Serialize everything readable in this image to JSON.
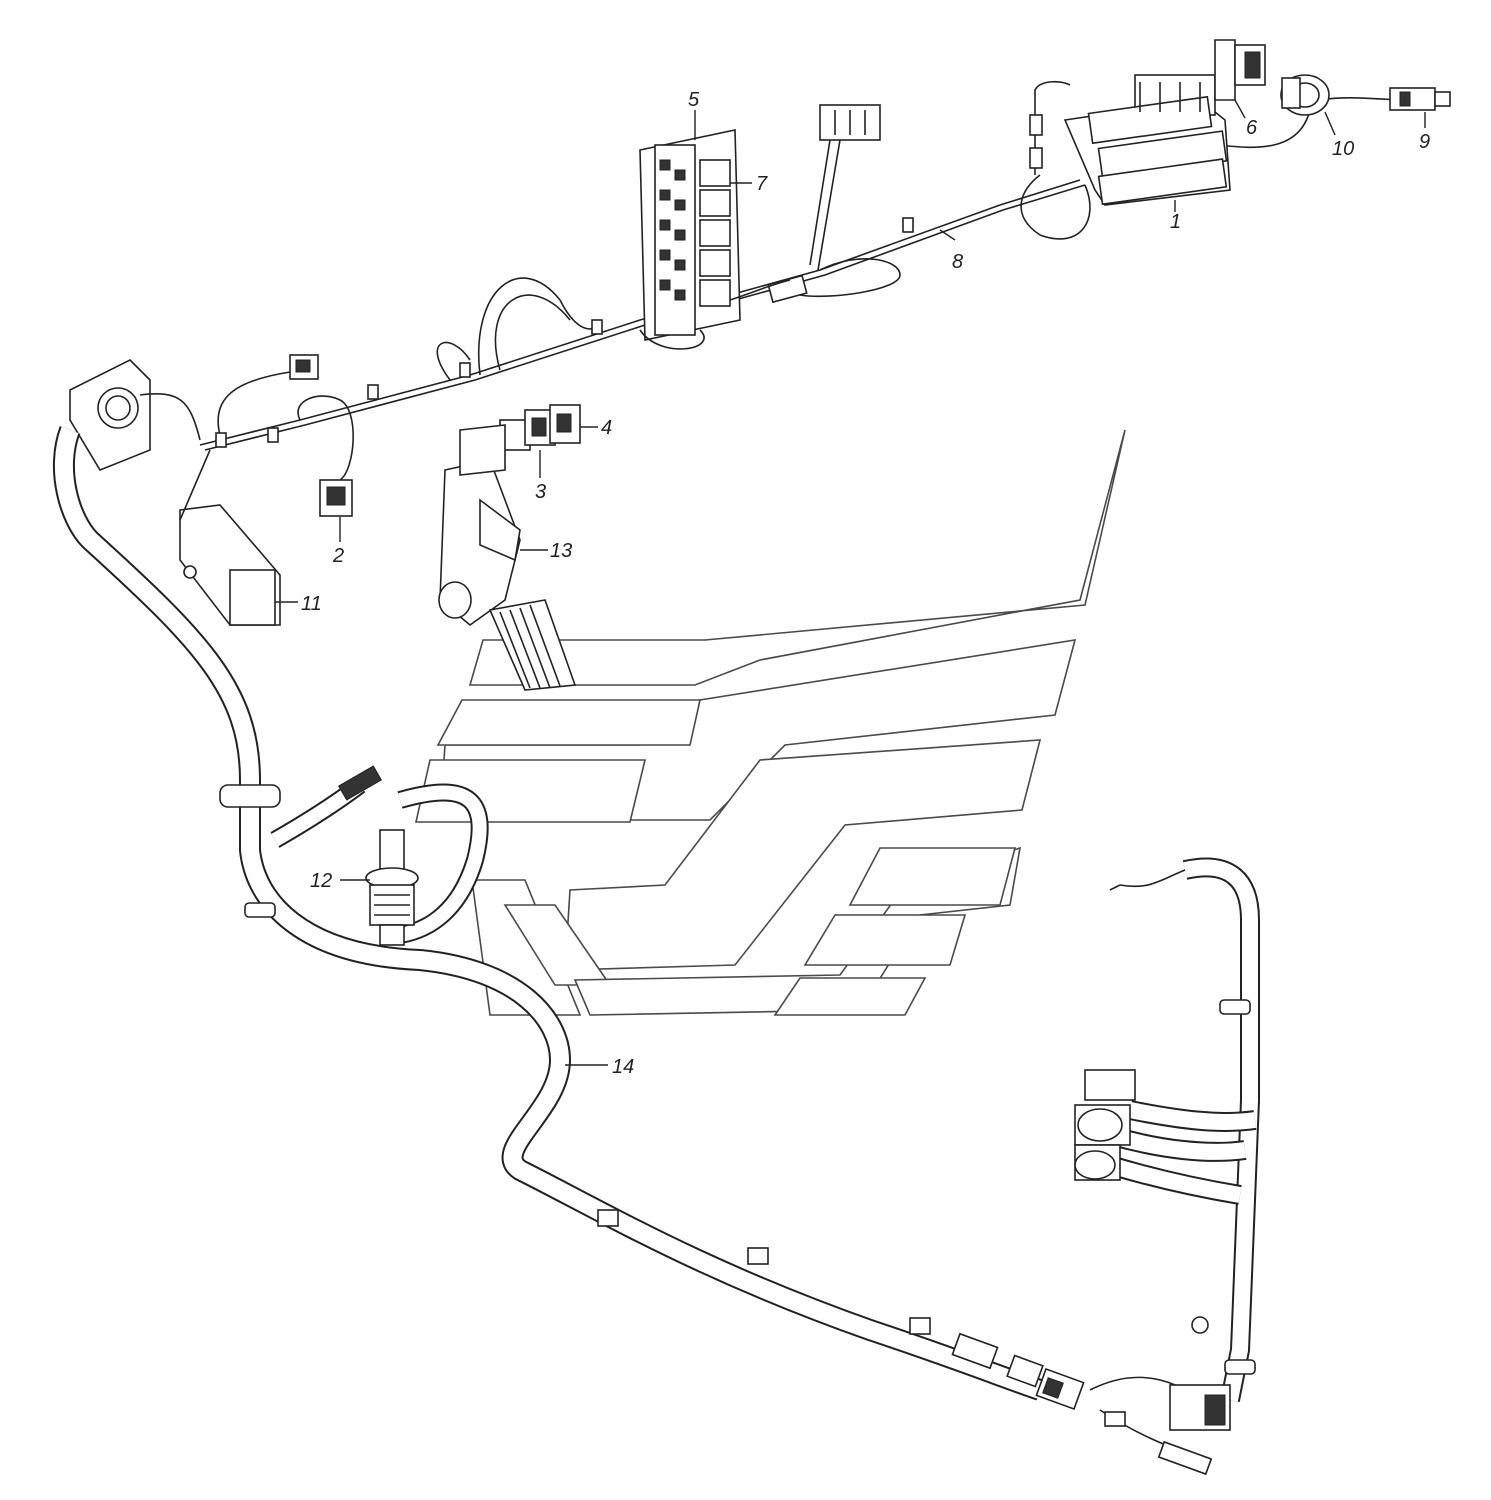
{
  "callouts": {
    "c1": "1",
    "c2": "2",
    "c3": "3",
    "c4": "4",
    "c5": "5",
    "c6": "6",
    "c7": "7",
    "c8": "8",
    "c9": "9",
    "c10": "10",
    "c11": "11",
    "c12": "12",
    "c13": "13",
    "c14": "14"
  },
  "colors": {
    "line": "#222222",
    "watermark": "#4a4a4a",
    "background": "#ffffff"
  },
  "icons": {
    "watermark": "manufacturer-logo-watermark"
  }
}
